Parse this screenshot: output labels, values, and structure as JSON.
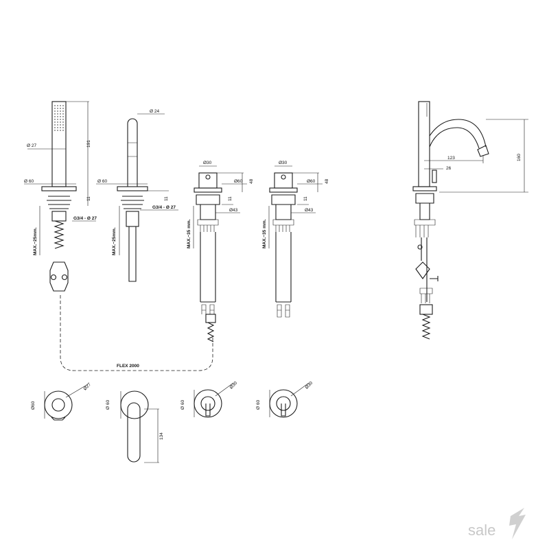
{
  "dims": {
    "d27_handshower": "Ø 27",
    "h191": "191",
    "d60_handshower": "Ø 60",
    "h11_handshower": "11",
    "thread_handshower": "G3/4 - Ø 27",
    "max25_a": "MAX.~25mm.",
    "d24": "Ø 24",
    "d60_spout": "Ø 60",
    "h11_spout": "11",
    "thread_spout": "G3/4 - Ø 27",
    "max25_b": "MAX.~25mm.",
    "d30_v1": "Ø30",
    "d60_v1": "Ø60",
    "h48_v1": "48",
    "h11_v1": "11",
    "d43_v1": "Ø43",
    "max35_a": "MAX.~35 mm.",
    "d30_v2": "Ø30",
    "d60_v2": "Ø60",
    "h48_v2": "48",
    "h11_v2": "11",
    "d43_v2": "Ø43",
    "max35_b": "MAX.~35 mm.",
    "flex": "FLEX 2000",
    "w123": "123",
    "w26": "26",
    "h160": "160",
    "top_d60_1": "Ø60",
    "top_d27": "Ø27",
    "top_d60_2": "Ø 60",
    "top_h134": "134",
    "top_d60_3": "Ø 60",
    "top_d30_3": "Ø30",
    "top_d60_4": "Ø 60",
    "top_d30_4": "Ø30"
  },
  "watermark": {
    "text": "sale"
  }
}
